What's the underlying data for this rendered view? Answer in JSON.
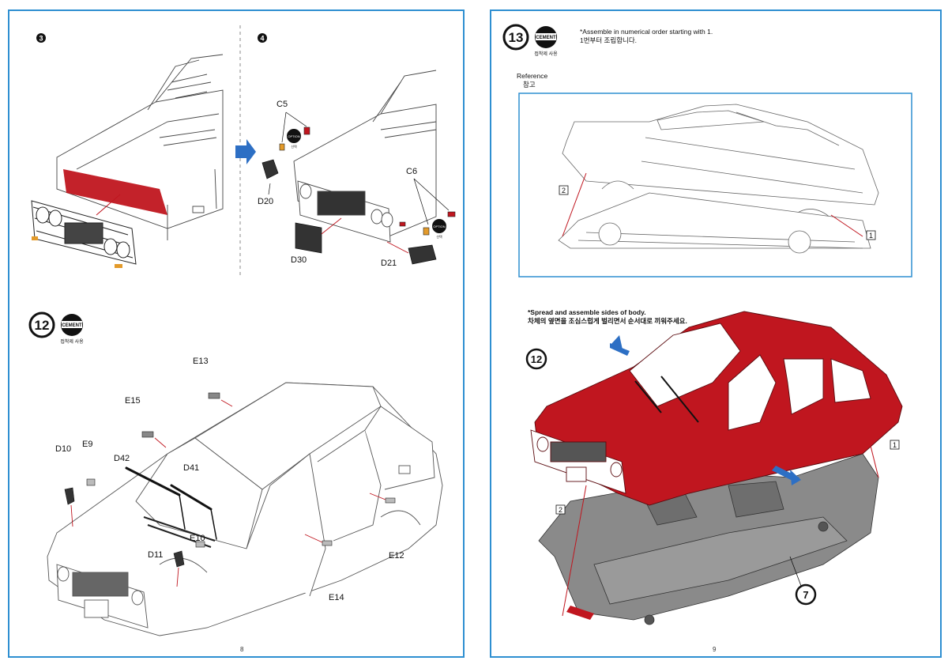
{
  "left_page": {
    "page_number": "8",
    "substep_a": "❸",
    "substep_b": "❹",
    "step": {
      "number": "12",
      "badge": "CEMENT",
      "badge_caption": "접착제 사용"
    },
    "option_badge": "OPTION",
    "option_caption": "선택",
    "parts_top": [
      "C5",
      "C6",
      "D20",
      "D30",
      "D21"
    ],
    "parts_bottom": [
      "E13",
      "E15",
      "D10",
      "E9",
      "D42",
      "D41",
      "E10",
      "D11",
      "E12",
      "E14"
    ]
  },
  "right_page": {
    "page_number": "9",
    "step": {
      "number": "13",
      "badge": "CEMENT",
      "badge_caption": "접착제 사용"
    },
    "instruction_en": "*Assemble in numerical order starting with 1.",
    "instruction_ko": "1번부터 조립합니다.",
    "reference_en": "Reference",
    "reference_ko": "참고",
    "spread_en": "*Spread and assemble sides of body.",
    "spread_ko": "차체의 옆면을 조심스럽게 벌리면서 순서대로 끼워주세요.",
    "ref_markers": [
      "2",
      "1"
    ],
    "callout_12": "12",
    "callout_7": "7",
    "markers": [
      "1",
      "2"
    ]
  },
  "colors": {
    "frame": "#2e8fd1",
    "body_red": "#c0161f",
    "chassis_gray": "#7e7e7e",
    "accent_arrow": "#2d6fc4"
  }
}
